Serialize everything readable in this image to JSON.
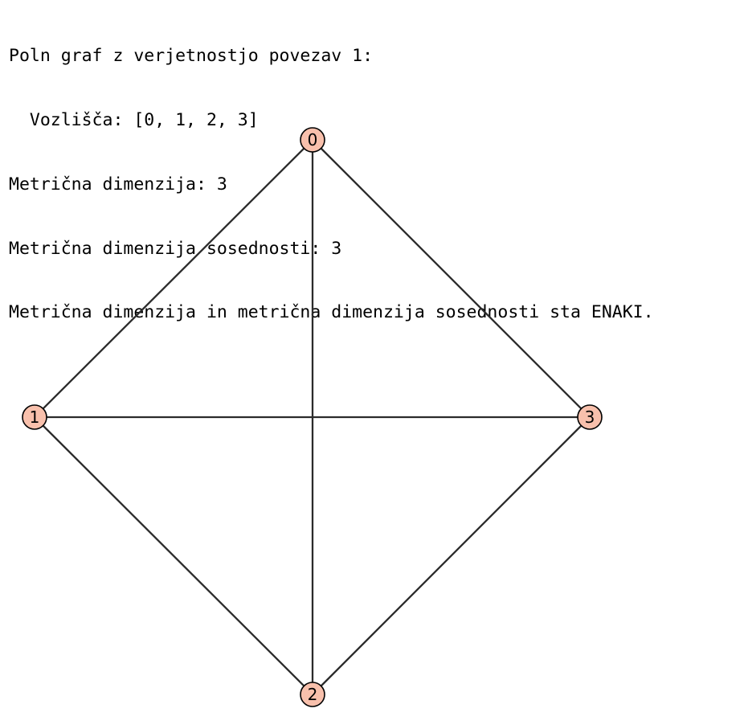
{
  "output": {
    "lines": [
      "Poln graf z verjetnostjo povezav 1:",
      "  Vozlišča: [0, 1, 2, 3]",
      "Metrična dimenzija: 3",
      "Metrična dimenzija sosednosti: 3",
      "Metrična dimenzija in metrična dimenzija sosednosti sta ENAKI."
    ]
  },
  "graph": {
    "vertices": [
      {
        "id": "0",
        "label": "0"
      },
      {
        "id": "1",
        "label": "1"
      },
      {
        "id": "2",
        "label": "2"
      },
      {
        "id": "3",
        "label": "3"
      }
    ],
    "edges": [
      [
        "0",
        "1"
      ],
      [
        "0",
        "2"
      ],
      [
        "0",
        "3"
      ],
      [
        "1",
        "2"
      ],
      [
        "1",
        "3"
      ],
      [
        "2",
        "3"
      ]
    ],
    "colors": {
      "vertex_fill": "#f8c0ac",
      "vertex_stroke": "#000000",
      "edge": "#2b2b2b"
    }
  }
}
